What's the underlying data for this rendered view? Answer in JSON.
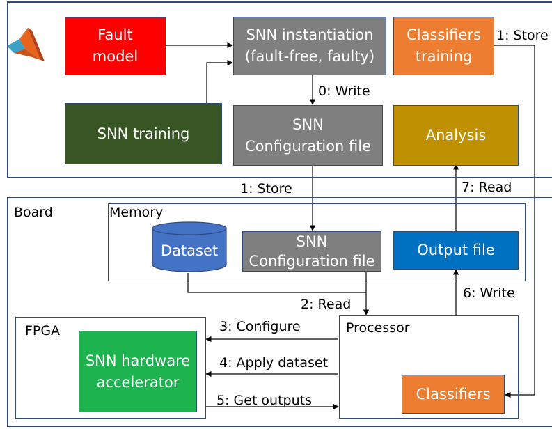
{
  "colors": {
    "frame": "#2f4b7c",
    "fault_model": "#ff0000",
    "gray": "#7f7f7f",
    "orange": "#ed7d31",
    "dark_green": "#375623",
    "analysis": "#bf9000",
    "blue": "#0070c0",
    "cylinder": "#4472c4",
    "green": "#1db34f"
  },
  "icons": {
    "logo": "matlab-logo"
  },
  "pc": {
    "fault_model": "Fault\nmodel",
    "snn_instantiation": "SNN instantiation\n(fault-free, faulty)",
    "classifiers_training": "Classifiers\ntraining",
    "snn_training": "SNN training",
    "snn_config_file": "SNN\nConfiguration file",
    "analysis": "Analysis"
  },
  "board": {
    "title": "Board",
    "memory": {
      "title": "Memory",
      "dataset": "Dataset",
      "config_file": "SNN\nConfiguration file",
      "output_file": "Output file"
    },
    "fpga": {
      "title": "FPGA",
      "accelerator": "SNN hardware\naccelerator"
    },
    "processor": {
      "title": "Processor",
      "classifiers": "Classifiers"
    }
  },
  "steps": {
    "write0": "0: Write",
    "store1_right": "1: Store",
    "store1": "1: Store",
    "read2": "2: Read",
    "configure3": "3: Configure",
    "apply4": "4: Apply dataset",
    "get5": "5: Get outputs",
    "write6": "6: Write",
    "read7": "7: Read"
  }
}
